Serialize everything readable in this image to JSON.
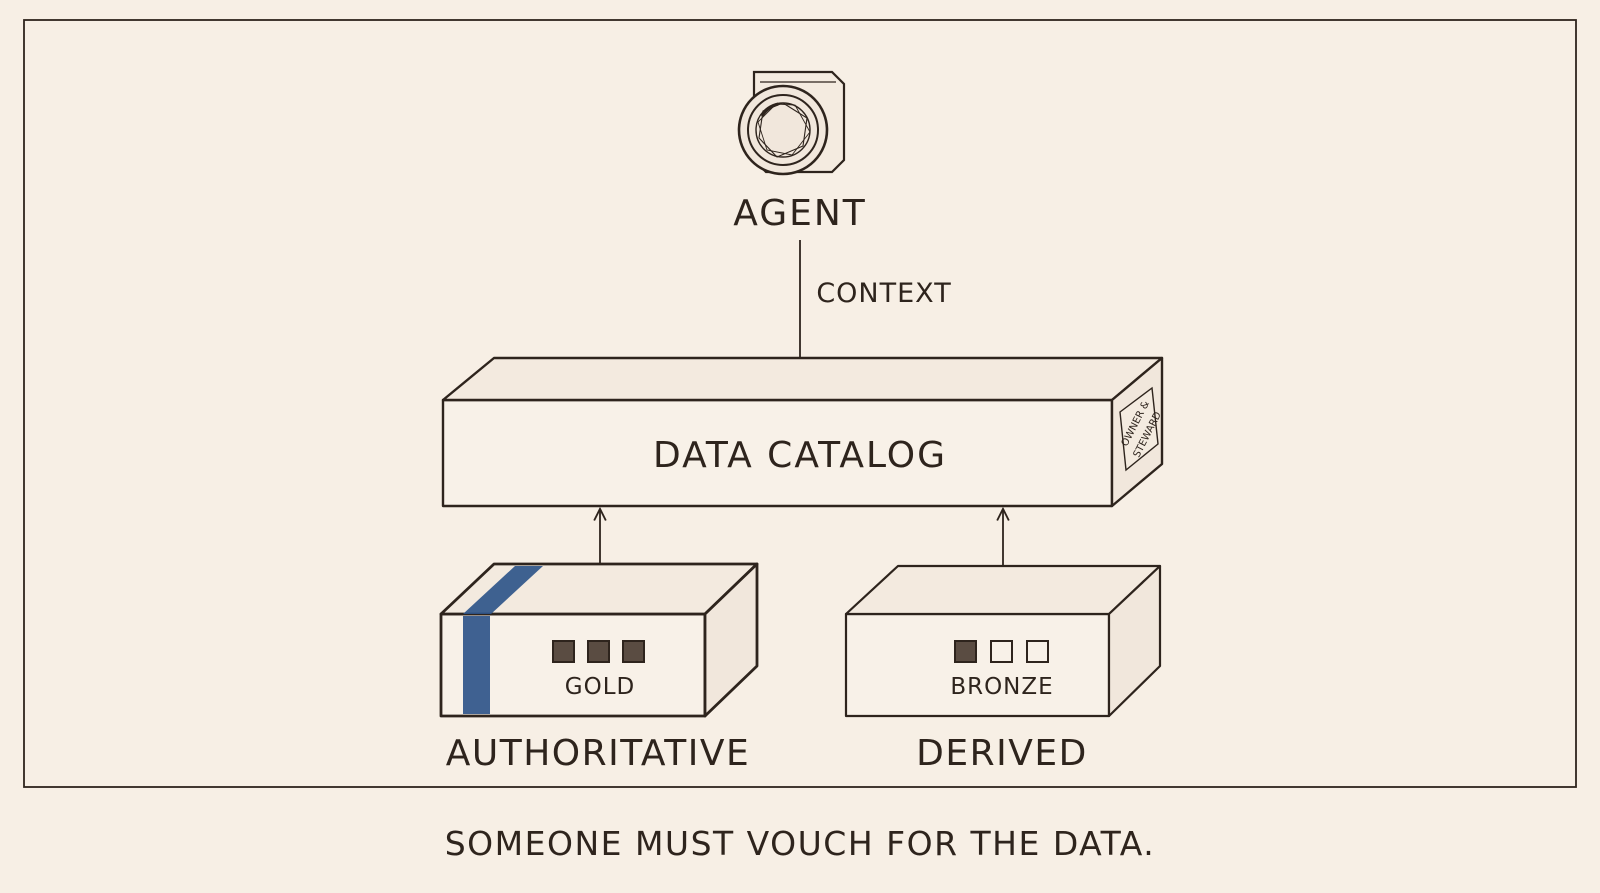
{
  "agent": {
    "label": "AGENT",
    "icon": "camera-icon"
  },
  "edge": {
    "label": "CONTEXT"
  },
  "catalog": {
    "label": "DATA CATALOG",
    "tag": [
      "OWNER &",
      "STEWARD"
    ]
  },
  "sources": [
    {
      "tier": "GOLD",
      "label": "AUTHORITATIVE",
      "quality_filled": 3,
      "quality_total": 3,
      "band_color": "#2f5589"
    },
    {
      "tier": "BRONZE",
      "label": "DERIVED",
      "quality_filled": 1,
      "quality_total": 3
    }
  ],
  "caption": "SOMEONE MUST VOUCH FOR THE DATA.",
  "colors": {
    "background": "#f7efe5",
    "ink": "#2e241d",
    "accent": "#2f5589"
  }
}
